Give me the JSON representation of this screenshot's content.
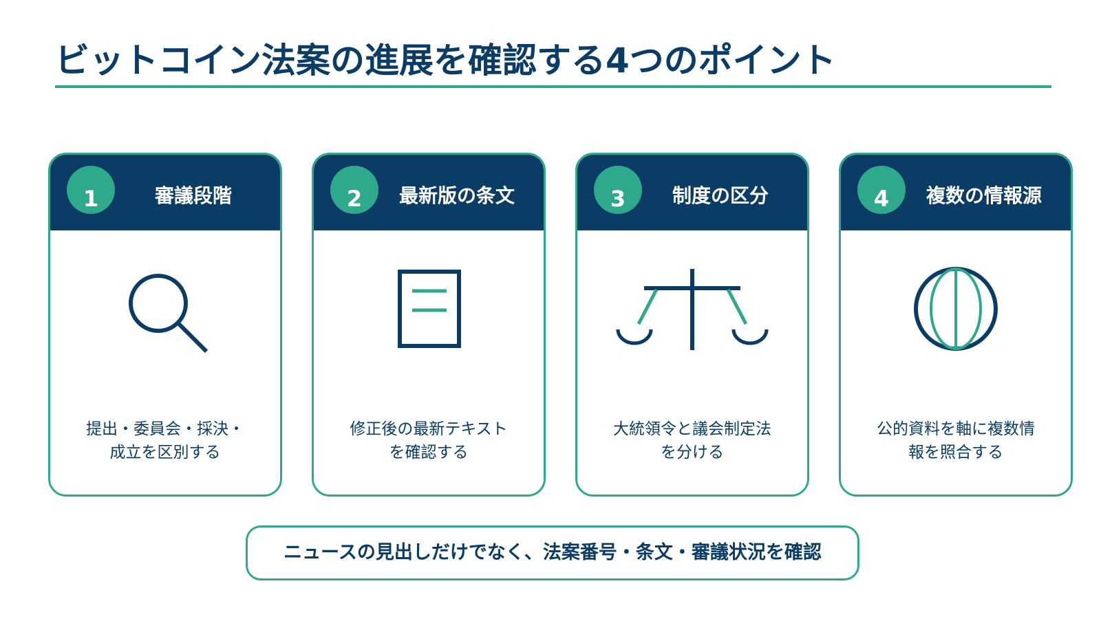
{
  "title": "ビットコイン法案の進展を確認する4つのポイント",
  "colors": {
    "navy": "#0b3c66",
    "teal": "#2fa98c"
  },
  "cards": [
    {
      "number": "1",
      "title": "審議段階",
      "icon": "magnifier-icon",
      "desc_lines": [
        "提出・委員会・採決・",
        "成立を区別する"
      ]
    },
    {
      "number": "2",
      "title": "最新版の条文",
      "icon": "document-icon",
      "desc_lines": [
        "修正後の最新テキスト",
        "を確認する"
      ]
    },
    {
      "number": "3",
      "title": "制度の区分",
      "icon": "scales-icon",
      "desc_lines": [
        "大統領令と議会制定法",
        "を分ける"
      ]
    },
    {
      "number": "4",
      "title": "複数の情報源",
      "icon": "globe-icon",
      "desc_lines": [
        "公的資料を軸に複数情",
        "報を照合する"
      ]
    }
  ],
  "note": "ニュースの見出しだけでなく、法案番号・条文・審議状況を確認"
}
